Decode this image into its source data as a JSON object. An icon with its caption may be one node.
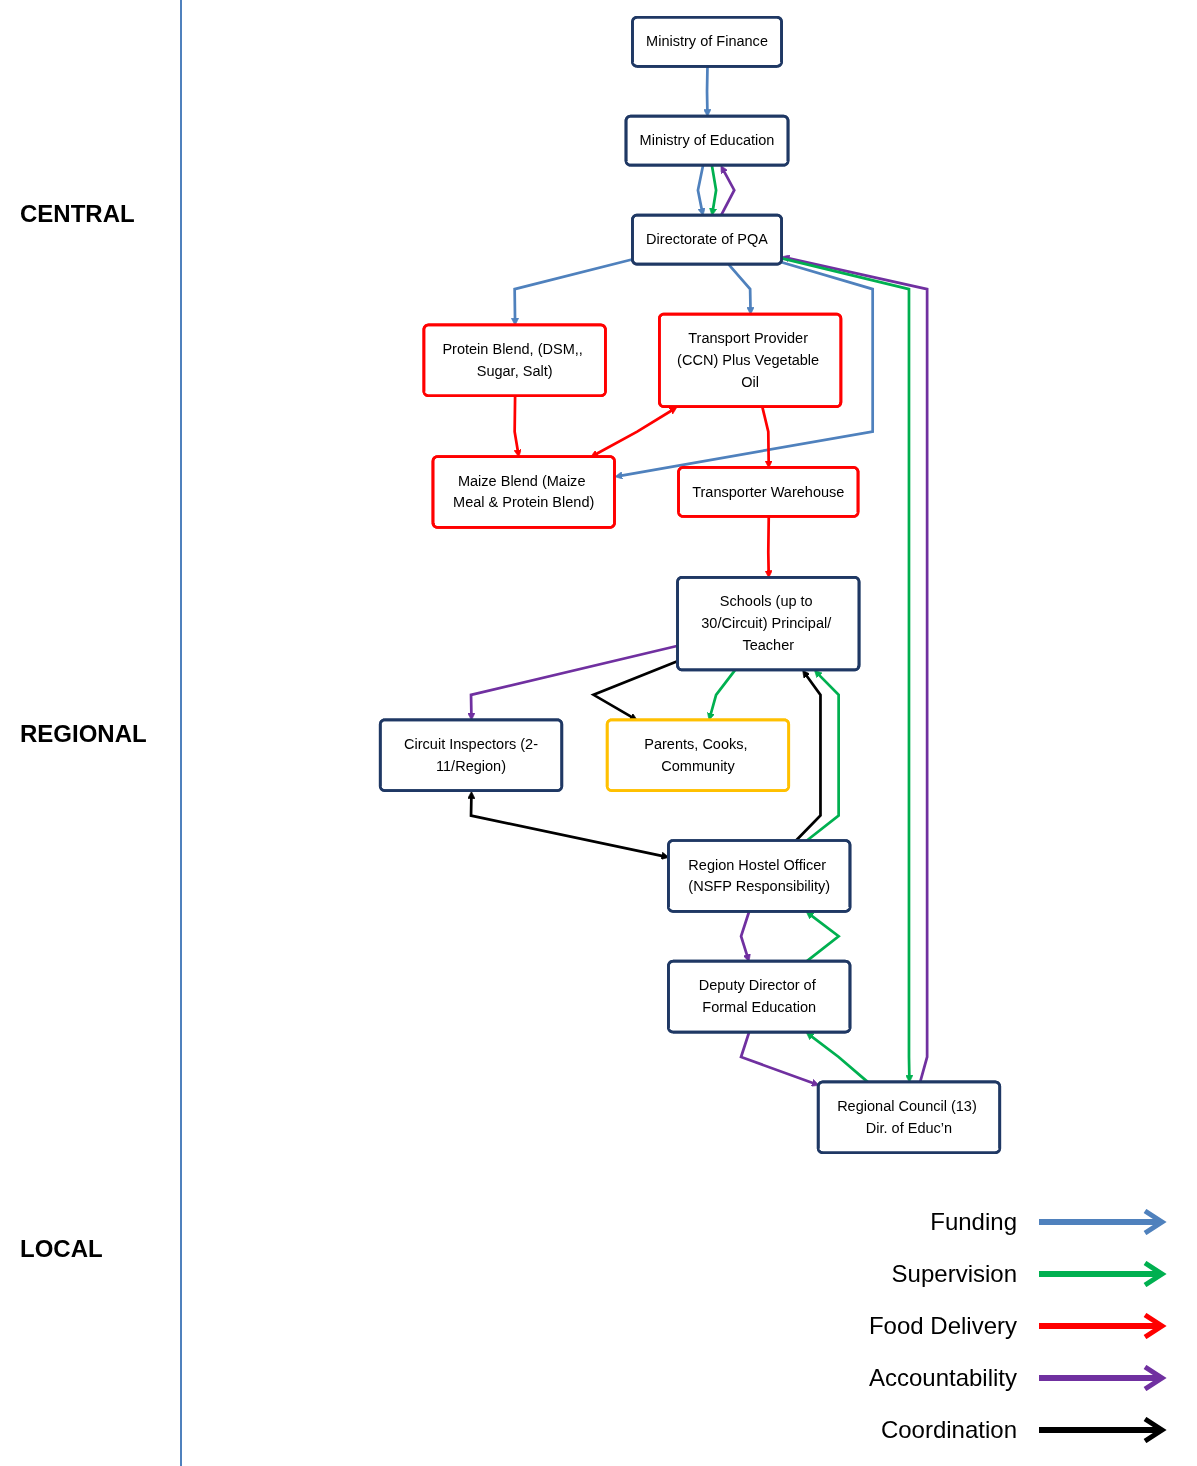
{
  "diagram": {
    "nodes": [
      {
        "text": [
          "Ministry of Education"
        ]
      },
      {
        "text": [
          "Ministry of Finance"
        ]
      },
      {
        "text": [
          "Protein Blend, (DSM,, Sugar, Salt)"
        ]
      },
      {
        "text": [
          "Directorate of PQA"
        ]
      },
      {
        "text": [
          "Transport Provider (CCN) Plus Vegetable Oil"
        ]
      },
      {
        "text": [
          "Maize Blend (Maize Meal & Protein Blend)"
        ]
      },
      {
        "text": [
          "Regional Council (13) Dir. of Educ’n"
        ]
      },
      {
        "text": [
          "Deputy Director of Formal Education"
        ]
      },
      {
        "text": [
          "Circuit Inspectors (2-11/Region)"
        ]
      },
      {
        "text": [
          "Transporter Warehouse"
        ]
      },
      {
        "text": [
          "Region Hostel Officer (NSFP Responsibility)"
        ]
      },
      {
        "text": [
          "Schools (up to 30/Circuit) Principal/ Teacher"
        ]
      },
      {
        "text": [
          "Parents, Cooks, Community"
        ]
      }
    ],
    "edges": [
      {
        "from": 1,
        "to": 0,
        "arrow": "to",
        "color": "#4f81bd"
      },
      {
        "from": 3,
        "to": 0,
        "arrow": "to",
        "color": "#7030a0"
      },
      {
        "from": 0,
        "to": 3,
        "arrow": "to",
        "color": "#4f81bd"
      },
      {
        "from": 0,
        "to": 3,
        "arrow": "to",
        "color": "#00b050"
      },
      {
        "from": 3,
        "to": 2,
        "arrow": "to",
        "color": "#4f81bd"
      },
      {
        "from": 3,
        "to": 4,
        "arrow": "to",
        "color": "#4f81bd"
      },
      {
        "from": 3,
        "to": 5,
        "arrow": "to",
        "color": "#4f81bd"
      },
      {
        "from": 2,
        "to": 5,
        "arrow": "to",
        "color": "#ff0000"
      },
      {
        "from": 4,
        "to": 5,
        "arrow": "both",
        "color": "#ff0000"
      },
      {
        "from": 4,
        "to": 9,
        "arrow": "to",
        "color": "#ff0000"
      },
      {
        "from": 6,
        "to": 3,
        "arrow": "to",
        "color": "#7030a0"
      },
      {
        "from": 3,
        "to": 6,
        "arrow": "to",
        "color": "#00b050"
      },
      {
        "from": 7,
        "to": 6,
        "arrow": "to",
        "color": "#7030a0"
      },
      {
        "from": 6,
        "to": 7,
        "arrow": "to",
        "color": "#00b050"
      },
      {
        "from": 10,
        "to": 7,
        "arrow": "to",
        "color": "#7030a0"
      },
      {
        "from": 7,
        "to": 10,
        "arrow": "to",
        "color": "#00b050"
      },
      {
        "from": 8,
        "to": 10,
        "arrow": "both",
        "color": "#000000"
      },
      {
        "from": 11,
        "to": 8,
        "arrow": "to",
        "color": "#7030a0"
      },
      {
        "from": 10,
        "to": 11,
        "arrow": "to",
        "color": "#000000"
      },
      {
        "from": 10,
        "to": 11,
        "arrow": "to",
        "color": "#00b050"
      },
      {
        "from": 9,
        "to": 11,
        "arrow": "to",
        "color": "#ff0000"
      },
      {
        "from": 11,
        "to": 12,
        "arrow": "to",
        "color": "#000000"
      },
      {
        "from": 11,
        "to": 12,
        "arrow": "to",
        "color": "#00b050"
      }
    ],
    "labels": [
      "CENTRAL",
      "REGIONAL",
      "LOCAL"
    ],
    "legend": [
      {
        "text": "Funding",
        "color": "#4f81bd"
      },
      {
        "text": "Supervision",
        "color": "#00b050"
      },
      {
        "text": "Food Delivery",
        "color": "#ff0000"
      },
      {
        "text": "Accountability",
        "color": "#7030a0"
      },
      {
        "text": "Coordination",
        "color": "#000000"
      }
    ]
  }
}
